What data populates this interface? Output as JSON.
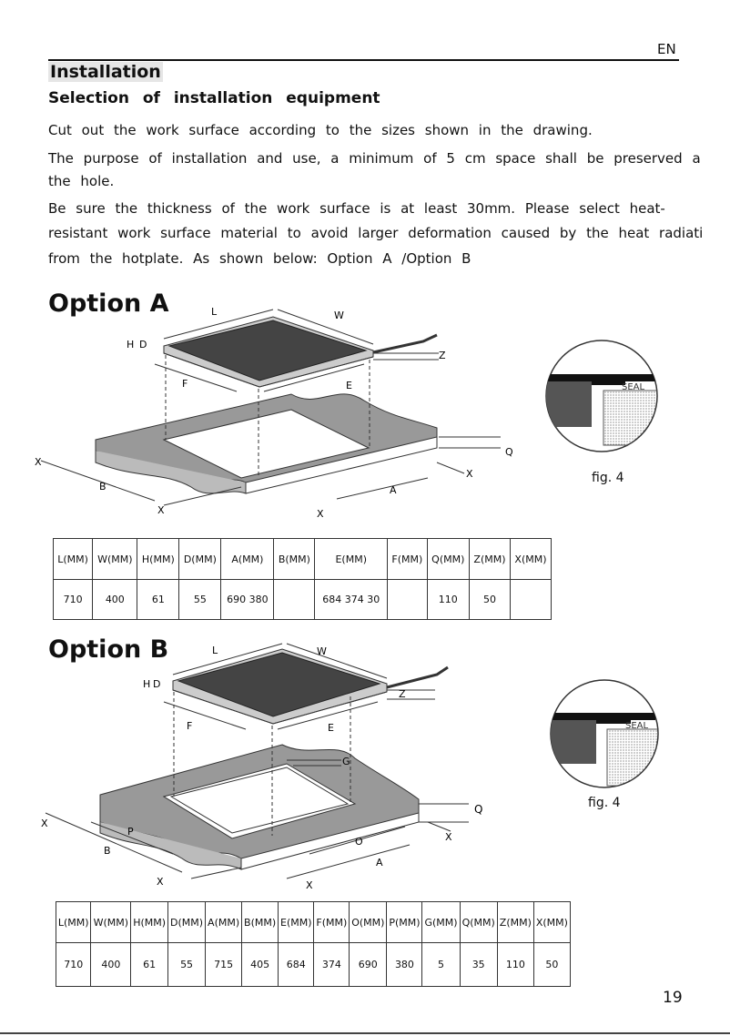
{
  "header": {
    "lang": "EN"
  },
  "title": "Installation",
  "subtitle": "Selection of installation equipment",
  "paragraphs": [
    "Cut out the work surface according to the sizes shown in the drawing.",
    "The purpose of installation and use, a minimum of 5 cm space shall be preserved a",
    "the hole.",
    "Be sure the thickness of the work surface is at least 30mm. Please select heat-",
    "resistant work surface material to avoid larger deformation caused by the heat radiati",
    "from the hotplate. As shown below: Option A /Option B"
  ],
  "option_a": {
    "heading": "Option A",
    "fig_label": "fig.  4",
    "seal_label": "SEAL",
    "diagram_labels": {
      "L": "L",
      "W": "W",
      "H": "H",
      "D": "D",
      "Z": "Z",
      "F": "F",
      "E": "E",
      "Q": "Q",
      "X": "X",
      "A": "A",
      "B": "B"
    },
    "table": {
      "headers": [
        "L(MM)",
        "W(MM)",
        "H(MM)",
        "D(MM)",
        "A(MM)",
        "B(MM)",
        "E(MM)",
        "F(MM)",
        "Q(MM)",
        "Z(MM)",
        "X(MM)"
      ],
      "values": [
        "710",
        "400",
        "61",
        "55",
        "690  380",
        "",
        "684  374  30",
        "",
        "110",
        "50",
        ""
      ]
    }
  },
  "option_b": {
    "heading": "Option B",
    "fig_label": "fig.  4",
    "seal_label": "SEAL",
    "diagram_labels": {
      "L": "L",
      "W": "W",
      "H": "H",
      "D": "D",
      "Z": "Z",
      "F": "F",
      "E": "E",
      "G": "G",
      "Q": "Q",
      "X": "X",
      "A": "A",
      "B": "B",
      "O": "O",
      "P": "P"
    },
    "table": {
      "headers": [
        "L(MM)",
        "W(MM)",
        "H(MM)",
        "D(MM)",
        "A(MM)",
        "B(MM)",
        "E(MM)",
        "F(MM)",
        "O(MM)",
        "P(MM)",
        "G(MM)",
        "Q(MM)",
        "Z(MM)",
        "X(MM)"
      ],
      "values": [
        "710",
        "400",
        "61",
        "55",
        "715",
        "405",
        "684",
        "374",
        "690",
        "380",
        "5",
        "35",
        "110",
        "50"
      ]
    }
  },
  "page_number": "19"
}
